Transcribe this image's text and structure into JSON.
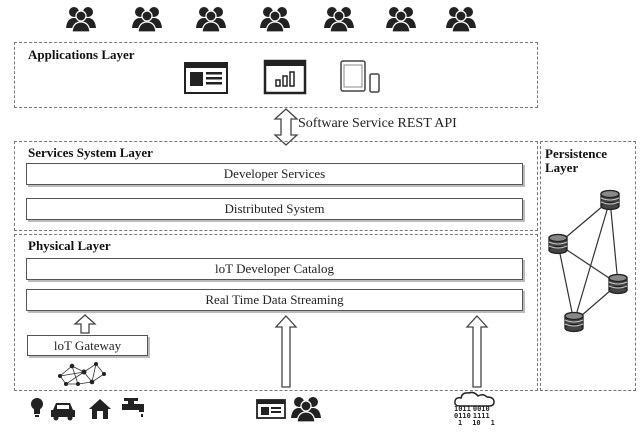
{
  "applications_layer": {
    "title": "Applications Layer",
    "users_count": 7
  },
  "api": {
    "label": "Software Service REST API"
  },
  "services_layer": {
    "title": "Services System Layer",
    "boxes": [
      "Developer Services",
      "Distributed System"
    ]
  },
  "physical_layer": {
    "title": "Physical Layer",
    "boxes": [
      "loT Developer Catalog",
      "Real Time Data Streaming"
    ],
    "gateway": "loT Gateway"
  },
  "persistence_layer": {
    "title_line1": "Persistence",
    "title_line2": "Layer"
  },
  "sources": {
    "devices": [
      "lightbulb-icon",
      "car-icon",
      "house-icon",
      "faucet-icon"
    ],
    "middle": [
      "browser-window-icon",
      "users-icon"
    ],
    "cloud_binary": [
      "1011",
      "0110",
      "1",
      "0010",
      "1111",
      "10",
      "1"
    ]
  }
}
